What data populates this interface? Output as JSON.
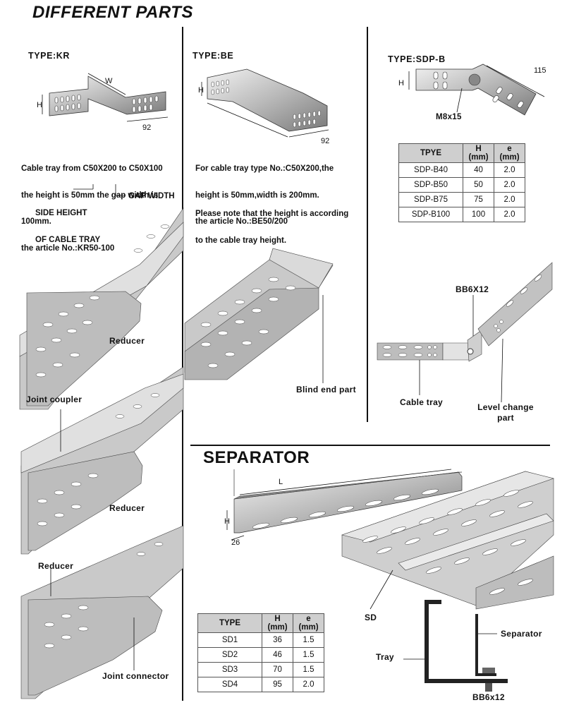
{
  "title": "DIFFERENT PARTS",
  "kr": {
    "type_label": "TYPE:KR",
    "dim_w": "W",
    "dim_h": "H",
    "dim_92": "92",
    "note_lines": [
      "Cable tray from C50X200 to C50X100",
      "the height is 50mm the gap width is",
      "100mm.",
      "the article No.:KR50-100"
    ],
    "side_height_label": [
      "SIDE HEIGHT",
      "OF CABLE TRAY"
    ],
    "gap_width_label": "GAP WIDTH",
    "reducer_label": "Reducer",
    "joint_coupler_label": "Joint coupler",
    "reducer2_label": "Reducer",
    "reducer3_label": "Reducer",
    "joint_connector_label": "Joint connector"
  },
  "be": {
    "type_label": "TYPE:BE",
    "dim_h": "H",
    "dim_92": "92",
    "note1_lines": [
      "For cable tray type No.:C50X200,the",
      "height is 50mm,width is 200mm.",
      "the article No.:BE50/200"
    ],
    "note2_lines": [
      "Please note that the height is according",
      "to the cable tray height."
    ],
    "blind_end_label": "Blind end part"
  },
  "sdpb": {
    "type_label": "TYPE:SDP-B",
    "dim_h": "H",
    "dim_115": "115",
    "bolt_label": "M8x15",
    "table": {
      "headers": [
        "TPYE",
        "H\n(mm)",
        "e\n(mm)"
      ],
      "rows": [
        [
          "SDP-B40",
          "40",
          "2.0"
        ],
        [
          "SDP-B50",
          "50",
          "2.0"
        ],
        [
          "SDP-B75",
          "75",
          "2.0"
        ],
        [
          "SDP-B100",
          "100",
          "2.0"
        ]
      ]
    },
    "bb_label": "BB6X12",
    "cable_tray_label": "Cable tray",
    "level_change_label": [
      "Level change",
      "part"
    ]
  },
  "separator": {
    "title": "SEPARATOR",
    "dim_l": "L",
    "dim_h": "H",
    "dim_26": "26",
    "table": {
      "headers": [
        "TYPE",
        "H\n(mm)",
        "e\n(mm)"
      ],
      "rows": [
        [
          "SD1",
          "36",
          "1.5"
        ],
        [
          "SD2",
          "46",
          "1.5"
        ],
        [
          "SD3",
          "70",
          "1.5"
        ],
        [
          "SD4",
          "95",
          "2.0"
        ]
      ]
    },
    "sd_label": "SD",
    "separator_label": "Separator",
    "tray_label": "Tray",
    "bb_label": "BB6x12"
  }
}
